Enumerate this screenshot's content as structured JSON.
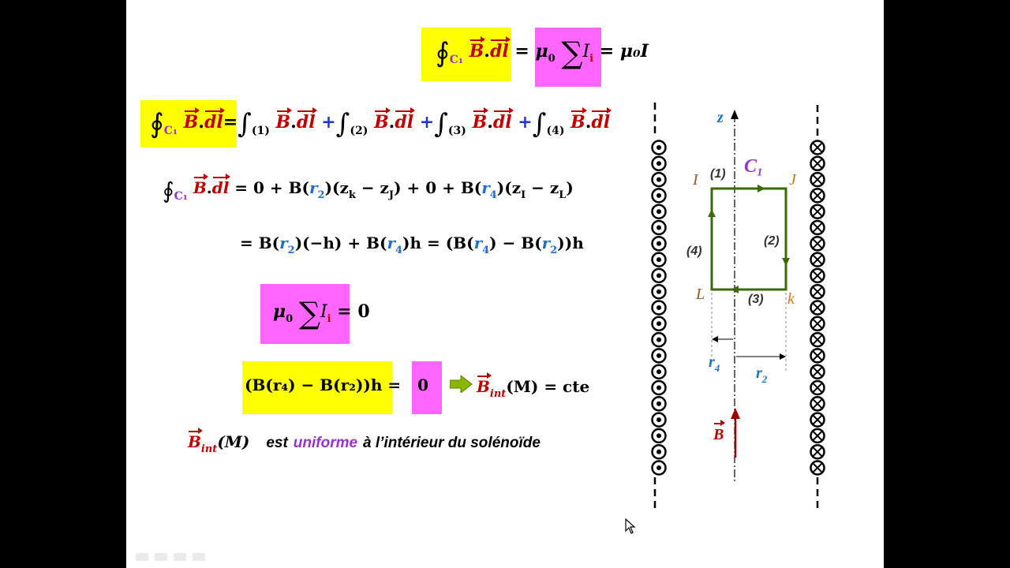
{
  "eq_top": {
    "lhs_int": "∮",
    "lhs_path": "C₁",
    "lhs_B": "B",
    "lhs_dl": "dl",
    "eq1": "=",
    "mu0": "μ",
    "mu0_sub": "0",
    "sum": "∑",
    "sum_var": "I",
    "sum_idx": "i",
    "eq2": "=",
    "rhs": "μ₀I"
  },
  "eq_split": {
    "lhs_path": "C₁",
    "segments": [
      "(1)",
      "(2)",
      "(3)",
      "(4)"
    ],
    "B": "B",
    "dl": "dl"
  },
  "eq_eval": {
    "lhs_path": "C₁",
    "line1": [
      "= 0 + B(",
      "r",
      "2",
      ")(z",
      "k",
      " − z",
      "J",
      ") + 0 + B(",
      "r",
      "4",
      ")(z",
      "I",
      " − z",
      "L",
      ")"
    ],
    "line2": [
      "= B(",
      "r",
      "2",
      ")(−h) + B(",
      "r",
      "4",
      ")h = (B(",
      "r",
      "4",
      ") − B(",
      "r",
      "2",
      "))h"
    ]
  },
  "eq_zero": {
    "mu0": "μ",
    "mu0_sub": "0",
    "sum": "∑",
    "var": "I",
    "idx": "i",
    "rhs": "= 0"
  },
  "eq_result": {
    "lhs": "(B(r₄) − B(r₂))h",
    "eq": "=",
    "zero": "0",
    "conclusion_B": "B",
    "conclusion_sub": "int",
    "conclusion_rest": "(M) = cte"
  },
  "statement": {
    "B": "B",
    "sub": "int",
    "M": "(M)",
    "words_before": "est",
    "word_highlight": "uniforme",
    "words_after": "à l’intérieur  du solénoïde"
  },
  "diagram": {
    "axis_label": "z",
    "contour_label": "C₁",
    "corner_I": "I",
    "corner_J": "J",
    "corner_L": "L",
    "corner_k": "k",
    "seg1": "(1)",
    "seg2": "(2)",
    "seg3": "(3)",
    "seg4": "(4)",
    "r4": "r",
    "r4_sub": "4",
    "r2": "r",
    "r2_sub": "2",
    "field": "B",
    "left_wire_symbol": "dot-out",
    "right_wire_symbol": "cross-in",
    "wire_count": 21
  },
  "colors": {
    "yellow": "#ffff00",
    "magenta": "#ff66ff",
    "red": "#c00000",
    "blue": "#1f6fc6",
    "green": "#2e6e1a",
    "purple": "#9933cc"
  }
}
